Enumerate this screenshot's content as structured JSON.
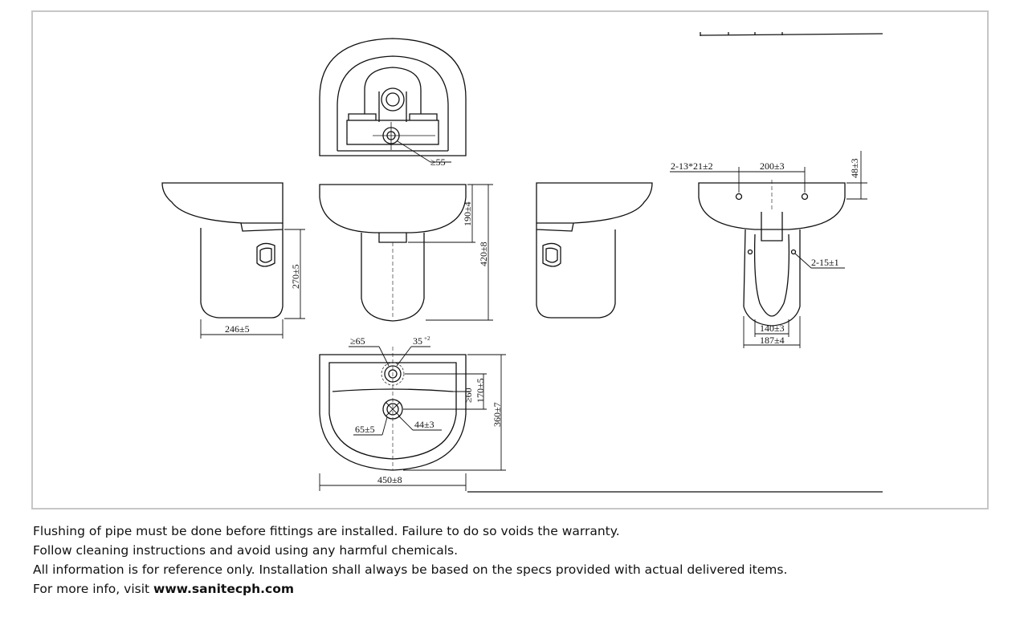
{
  "dimensions": {
    "top_view_min": "≥55",
    "side_width": "246±5",
    "side_height": "270±5",
    "front_basin_height": "190±4",
    "front_total_height": "420±8",
    "plan_min_tap": "≥65",
    "plan_tap_hole": "35",
    "plan_tap_hole_tol": "+2",
    "plan_overflow": "≥60",
    "plan_tap_to_drain": "170±5",
    "plan_depth": "360±7",
    "plan_drain_outer": "65±5",
    "plan_drain_inner": "44±3",
    "plan_width": "450±8",
    "rear_fix_holes": "2-13*21±2",
    "rear_hole_spacing": "200±3",
    "rear_hole_height": "48±3",
    "rear_pedestal_holes": "2-15±1",
    "rear_pedestal_inner": "140±3",
    "rear_pedestal_outer": "187±4"
  },
  "notes": {
    "line1": "Flushing of pipe must be done before fittings are installed. Failure to do so voids the warranty.",
    "line2": "Follow cleaning instructions and avoid using any harmful chemicals.",
    "line3": "All information is for reference only. Installation shall always be based on the specs provided with actual delivered items.",
    "line4_prefix": "For more info, visit ",
    "line4_link": "www.sanitecph.com"
  }
}
